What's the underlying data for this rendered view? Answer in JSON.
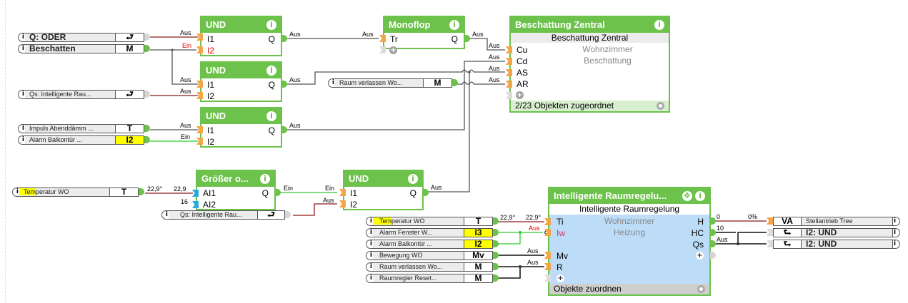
{
  "colors": {
    "block_green": "#6cc24a",
    "input_pin_orange": "#f4a546",
    "input_pin_blue": "#29a8e0",
    "wire_off_red": "#8b1a1a",
    "wire_on_green": "#2ecc2e",
    "wire_gray": "#555555",
    "raumregelung_bg": "#bcdcf8",
    "highlight_yellow": "#ffff00"
  },
  "blocks": {
    "und1": {
      "title": "UND",
      "inputs": [
        "I1",
        "I2"
      ],
      "output": "Q"
    },
    "und2": {
      "title": "UND",
      "inputs": [
        "I1",
        "I2"
      ],
      "output": "Q"
    },
    "und3": {
      "title": "UND",
      "inputs": [
        "I1",
        "I2"
      ],
      "output": "Q"
    },
    "und4": {
      "title": "UND",
      "inputs": [
        "I1",
        "I2"
      ],
      "output": "Q"
    },
    "monoflop": {
      "title": "Monoflop",
      "inputs": [
        "Tr"
      ],
      "output": "Q"
    },
    "groesser": {
      "title": "Größer o...",
      "inputs": [
        "AI1",
        "AI2"
      ],
      "output": "Q"
    },
    "beschattung": {
      "title": "Beschattung Zentral",
      "subtitle": "Beschattung Zentral",
      "room": "Wohnzimmer",
      "category": "Beschattung",
      "inputs": [
        "Cu",
        "Cd",
        "AS",
        "AR"
      ],
      "footer": "2/23 Objekten zugeordnet"
    },
    "raumregelung": {
      "title": "Intelligente Raumregelu...",
      "subtitle": "Intelligente Raumregelung",
      "room": "Wohnzimmer",
      "category": "Heizung",
      "inputs": [
        "Ti",
        "Iw",
        "Mv",
        "R"
      ],
      "outputs": [
        "H",
        "HC",
        "Qs"
      ],
      "footer": "Objekte zuordnen"
    }
  },
  "objects": {
    "q_oder": {
      "name": "Q: ODER",
      "type": "output-ref-icon"
    },
    "beschatten": {
      "name": "Beschatten",
      "type": "M"
    },
    "qs_raum1": {
      "name": "Qs: Intelligente Rau...",
      "type": "output-ref-icon"
    },
    "impuls": {
      "name": "Impuls Abenddämm ...",
      "type": "T"
    },
    "alarm_balkon1": {
      "name": "Alarm Balkontür ...",
      "type": "I2"
    },
    "raum_verlassen1": {
      "name": "Raum verlassen Wo...",
      "type": "M"
    },
    "temperatur1": {
      "name_hl": "Tem",
      "name_rest": "peratur WO",
      "type": "T"
    },
    "qs_raum2": {
      "name": "Qs: Intelligente Rau...",
      "type": "output-ref-icon"
    },
    "temperatur2": {
      "name_hl": "Tem",
      "name_rest": "peratur WO",
      "type": "T"
    },
    "alarm_fenster": {
      "name": "Alarm Fenster W...",
      "type": "I3"
    },
    "alarm_balkon2": {
      "name": "Alarm Balkontür ...",
      "type": "I2"
    },
    "bewegung": {
      "name": "Bewegung WO",
      "type": "Mv"
    },
    "raum_verlassen2": {
      "name": "Raum verlassen Wo...",
      "type": "M"
    },
    "raumregler_reset": {
      "name": "Raumregler Reset...",
      "type": "M"
    },
    "stellantrieb": {
      "name": "Stellantrieb Tree",
      "type": "VA"
    },
    "i2_und1": {
      "name": "I2: UND",
      "type": "input-ref-icon"
    },
    "i2_und2": {
      "name": "I2: UND",
      "type": "input-ref-icon"
    }
  },
  "wire_labels": {
    "aus": "Aus",
    "ein": "Ein",
    "temp_out": "22,9°",
    "temp_in": "22,9",
    "ai2_value": "16",
    "temp2": "22,9°",
    "h_out": "0",
    "va_in": "0%",
    "hc_out": "10"
  },
  "icons": {
    "info": "i",
    "plus": "+",
    "move": "✥",
    "output_ref": "⮐",
    "input_ref": "⮑"
  }
}
